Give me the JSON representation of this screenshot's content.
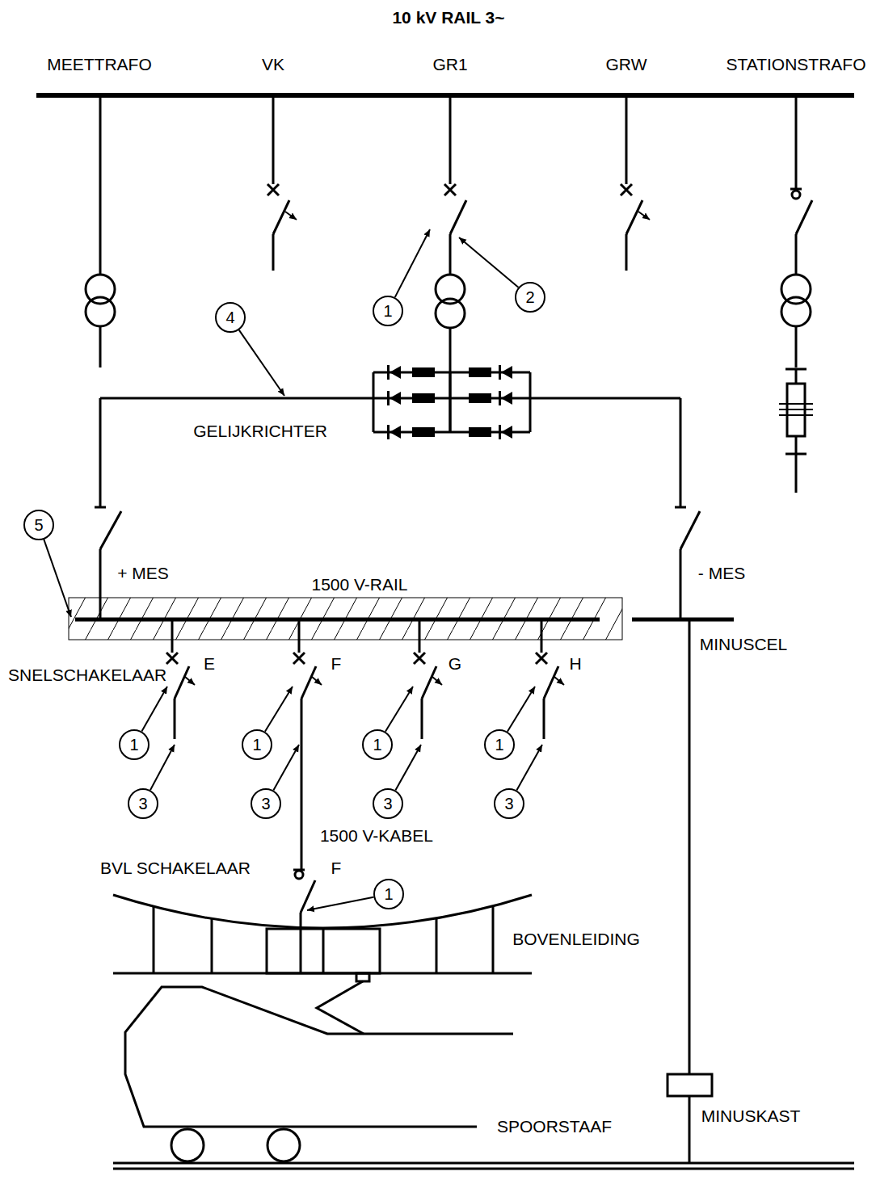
{
  "diagram": {
    "title": "10 kV RAIL 3~",
    "labels": [
      "MEETTRAFO",
      "VK",
      "GR1",
      "GRW",
      "STATIONSTRAFO",
      "2",
      "1",
      "4",
      "GELIJKRICHTER",
      "5",
      "+ MES",
      "1500 V-RAIL",
      "- MES",
      "MINUSCEL",
      "SNELSCHAKELAAR",
      "E",
      "F",
      "G",
      "H",
      "1",
      "1",
      "1",
      "1",
      "3",
      "3",
      "3",
      "3",
      "1500 V-KABEL",
      "BVL SCHAKELAAR",
      "F",
      "1",
      "BOVENLEIDING",
      "MINUSKAST",
      "SPOORSTAAF"
    ]
  }
}
